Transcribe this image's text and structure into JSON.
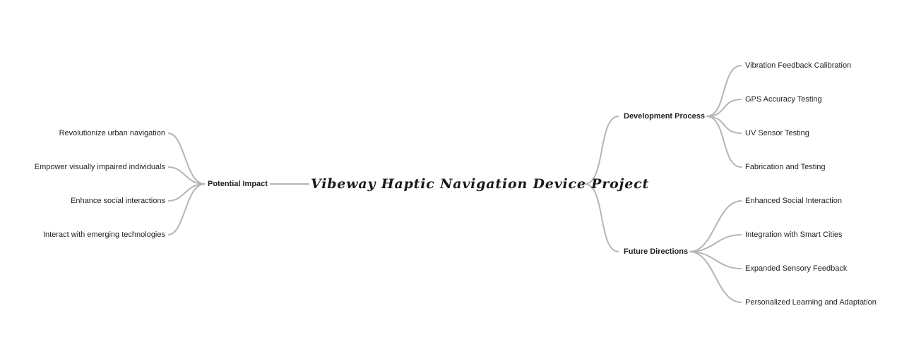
{
  "title": "Vibeway Haptic Navigation Device Project",
  "colors": {
    "connector": "#b5b5b5",
    "text": "#1f1f1f"
  },
  "left_branch": {
    "label": "Potential Impact",
    "children": [
      "Revolutionize urban navigation",
      "Empower visually impaired individuals",
      "Enhance social interactions",
      "Interact with emerging technologies"
    ]
  },
  "right_branches": [
    {
      "label": "Development Process",
      "children": [
        "Vibration Feedback Calibration",
        "GPS Accuracy Testing",
        "UV Sensor Testing",
        "Fabrication and Testing"
      ]
    },
    {
      "label": "Future Directions",
      "children": [
        "Enhanced Social Interaction",
        "Integration with Smart Cities",
        "Expanded Sensory Feedback",
        "Personalized Learning and Adaptation"
      ]
    }
  ]
}
